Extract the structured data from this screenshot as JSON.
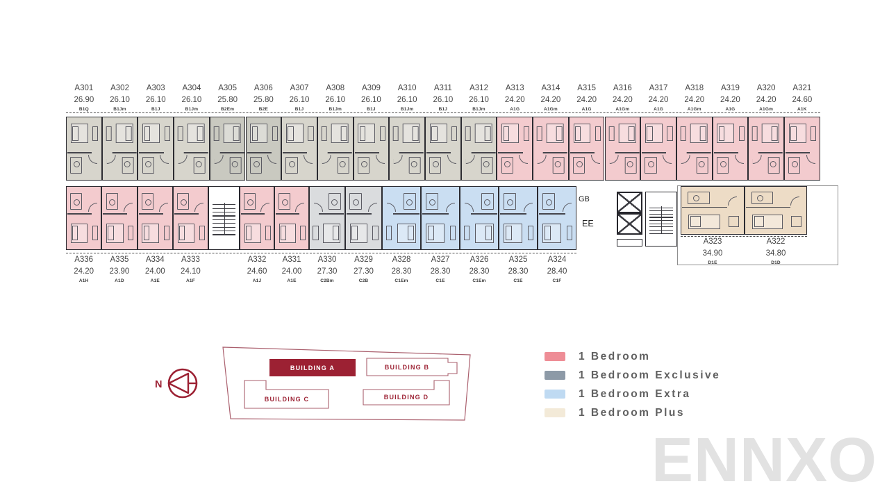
{
  "watermark": "ENNXO",
  "plan_colors": {
    "bedroom": "#f3cbce",
    "exclusive": "#d7d5cc",
    "exclusive_dark": "#c9c9c0",
    "exclusive_cool": "#dadcde",
    "extra": "#cadef2",
    "plus": "#eddcc6"
  },
  "legend": [
    {
      "label": "1 Bedroom",
      "swatch": "#ee8d96"
    },
    {
      "label": "1 Bedroom Exclusive",
      "swatch": "#8d9aa7"
    },
    {
      "label": "1 Bedroom Extra",
      "swatch": "#bfdaf2"
    },
    {
      "label": "1 Bedroom Plus",
      "swatch": "#f3ead8"
    }
  ],
  "keymap": {
    "north": "N",
    "accent": "#9c2133",
    "buildings": [
      {
        "label": "BUILDING A",
        "active": true
      },
      {
        "label": "BUILDING B",
        "active": false
      },
      {
        "label": "BUILDING C",
        "active": false
      },
      {
        "label": "BUILDING D",
        "active": false
      }
    ]
  },
  "core": {
    "gb": "GB",
    "ee": "EE"
  },
  "units": {
    "top": [
      {
        "no": "A301",
        "area": "26.90",
        "type": "B1Q",
        "fill": "exclusive"
      },
      {
        "no": "A302",
        "area": "26.10",
        "type": "B1Jm",
        "fill": "exclusive"
      },
      {
        "no": "A303",
        "area": "26.10",
        "type": "B1J",
        "fill": "exclusive"
      },
      {
        "no": "A304",
        "area": "26.10",
        "type": "B1Jm",
        "fill": "exclusive"
      },
      {
        "no": "A305",
        "area": "25.80",
        "type": "B2Em",
        "fill": "exclusive_dark"
      },
      {
        "no": "A306",
        "area": "25.80",
        "type": "B2E",
        "fill": "exclusive_dark"
      },
      {
        "no": "A307",
        "area": "26.10",
        "type": "B1J",
        "fill": "exclusive"
      },
      {
        "no": "A308",
        "area": "26.10",
        "type": "B1Jm",
        "fill": "exclusive"
      },
      {
        "no": "A309",
        "area": "26.10",
        "type": "B1J",
        "fill": "exclusive"
      },
      {
        "no": "A310",
        "area": "26.10",
        "type": "B1Jm",
        "fill": "exclusive"
      },
      {
        "no": "A311",
        "area": "26.10",
        "type": "B1J",
        "fill": "exclusive"
      },
      {
        "no": "A312",
        "area": "26.10",
        "type": "B1Jm",
        "fill": "exclusive"
      },
      {
        "no": "A313",
        "area": "24.20",
        "type": "A1G",
        "fill": "bedroom"
      },
      {
        "no": "A314",
        "area": "24.20",
        "type": "A1Gm",
        "fill": "bedroom"
      },
      {
        "no": "A315",
        "area": "24.20",
        "type": "A1G",
        "fill": "bedroom"
      },
      {
        "no": "A316",
        "area": "24.20",
        "type": "A1Gm",
        "fill": "bedroom"
      },
      {
        "no": "A317",
        "area": "24.20",
        "type": "A1G",
        "fill": "bedroom"
      },
      {
        "no": "A318",
        "area": "24.20",
        "type": "A1Gm",
        "fill": "bedroom"
      },
      {
        "no": "A319",
        "area": "24.20",
        "type": "A1G",
        "fill": "bedroom"
      },
      {
        "no": "A320",
        "area": "24.20",
        "type": "A1Gm",
        "fill": "bedroom"
      },
      {
        "no": "A321",
        "area": "24.60",
        "type": "A1K",
        "fill": "bedroom"
      }
    ],
    "bottom": [
      {
        "no": "A336",
        "area": "24.20",
        "type": "A1H",
        "fill": "bedroom"
      },
      {
        "no": "A335",
        "area": "23.90",
        "type": "A1D",
        "fill": "bedroom"
      },
      {
        "no": "A334",
        "area": "24.00",
        "type": "A1E",
        "fill": "bedroom"
      },
      {
        "no": "A333",
        "area": "24.10",
        "type": "A1F",
        "fill": "bedroom"
      },
      {
        "no": "A332",
        "area": "24.60",
        "type": "A1J",
        "fill": "bedroom"
      },
      {
        "no": "A331",
        "area": "24.00",
        "type": "A1E",
        "fill": "bedroom"
      },
      {
        "no": "A330",
        "area": "27.30",
        "type": "C2Bm",
        "fill": "exclusive_cool"
      },
      {
        "no": "A329",
        "area": "27.30",
        "type": "C2B",
        "fill": "exclusive_cool"
      },
      {
        "no": "A328",
        "area": "28.30",
        "type": "C1Em",
        "fill": "extra"
      },
      {
        "no": "A327",
        "area": "28.30",
        "type": "C1E",
        "fill": "extra"
      },
      {
        "no": "A326",
        "area": "28.30",
        "type": "C1Em",
        "fill": "extra"
      },
      {
        "no": "A325",
        "area": "28.30",
        "type": "C1E",
        "fill": "extra"
      },
      {
        "no": "A324",
        "area": "28.40",
        "type": "C1F",
        "fill": "extra"
      },
      {
        "no": "A323",
        "area": "34.90",
        "type": "D1E",
        "fill": "plus"
      },
      {
        "no": "A322",
        "area": "34.80",
        "type": "D1D",
        "fill": "plus"
      }
    ]
  }
}
